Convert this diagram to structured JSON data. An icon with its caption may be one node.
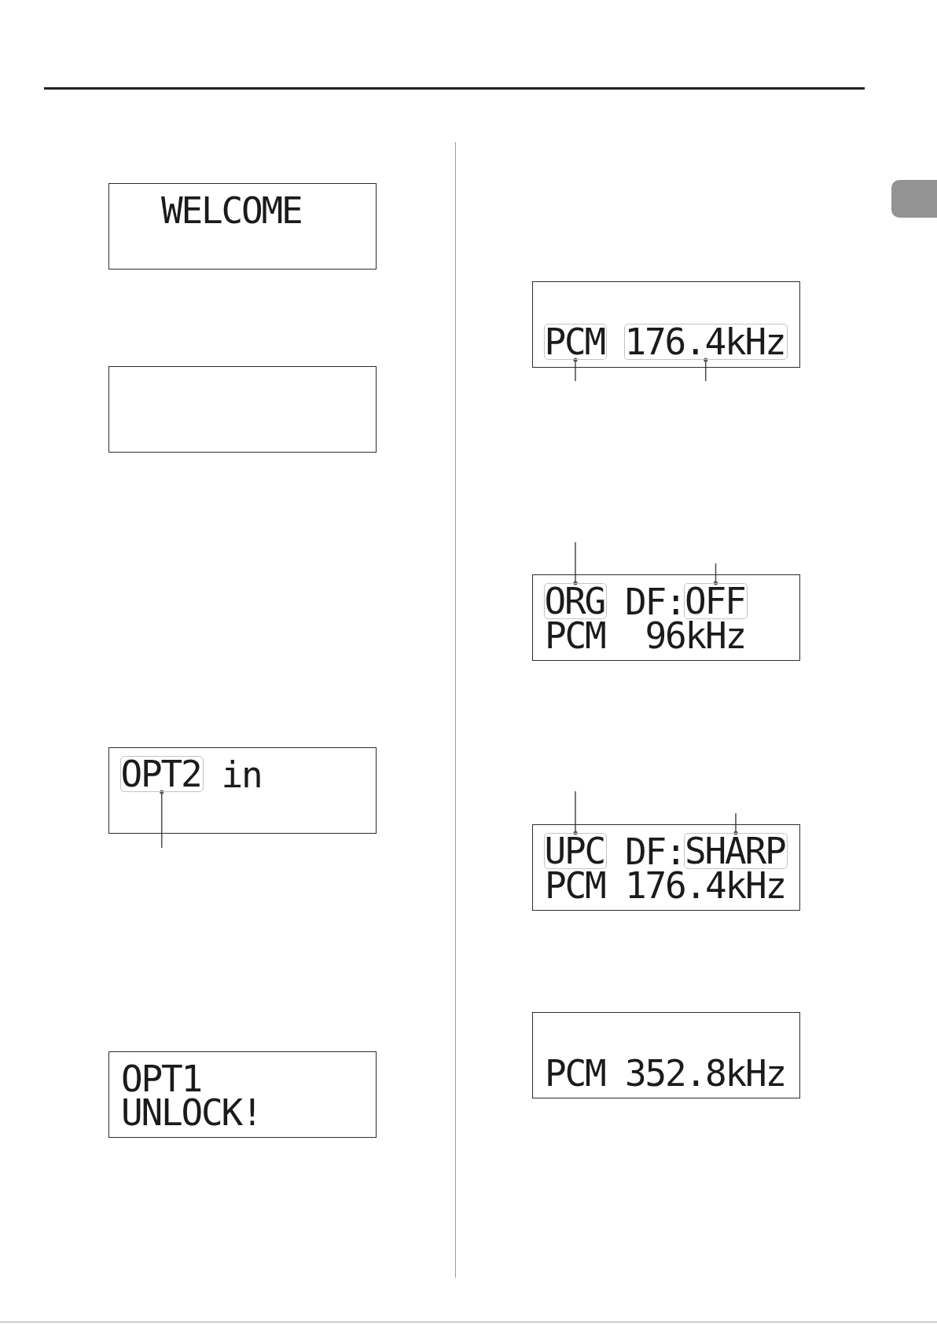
{
  "diagram": {
    "nodes": [
      {
        "text": [
          "WELCOME"
        ]
      },
      {
        "text": [],
        "shape": "box"
      },
      {
        "text": [
          "in"
        ]
      },
      {
        "text": [
          "OPT2"
        ],
        "in": 2
      },
      {
        "text": [
          "OPT1",
          "UNLOCK!"
        ]
      },
      {
        "text": [],
        "shape": "box"
      },
      {
        "text": [
          "PCM"
        ],
        "in": 5
      },
      {
        "text": [
          "176.4kHz"
        ],
        "in": 5
      },
      {
        "text": [
          "DF:",
          "PCM  96kHz"
        ]
      },
      {
        "text": [
          "ORG"
        ],
        "in": 8
      },
      {
        "text": [
          "OFF"
        ],
        "in": 8
      },
      {
        "text": [
          "DF:",
          "PCM 176.4kHz"
        ]
      },
      {
        "text": [
          "UPC"
        ],
        "in": 11
      },
      {
        "text": [
          "SHARP"
        ],
        "in": 11
      },
      {
        "text": [
          "PCM 352.8kHz"
        ]
      }
    ],
    "edges": [
      {
        "from": null,
        "to": 3,
        "arrow": "other"
      },
      {
        "from": null,
        "to": 6,
        "arrow": "other"
      },
      {
        "from": null,
        "to": 7,
        "arrow": "other"
      },
      {
        "from": null,
        "to": 9,
        "arrow": "other"
      },
      {
        "from": null,
        "to": 10,
        "arrow": "other"
      },
      {
        "from": null,
        "to": 12,
        "arrow": "other"
      },
      {
        "from": null,
        "to": 13,
        "arrow": "other"
      }
    ]
  }
}
